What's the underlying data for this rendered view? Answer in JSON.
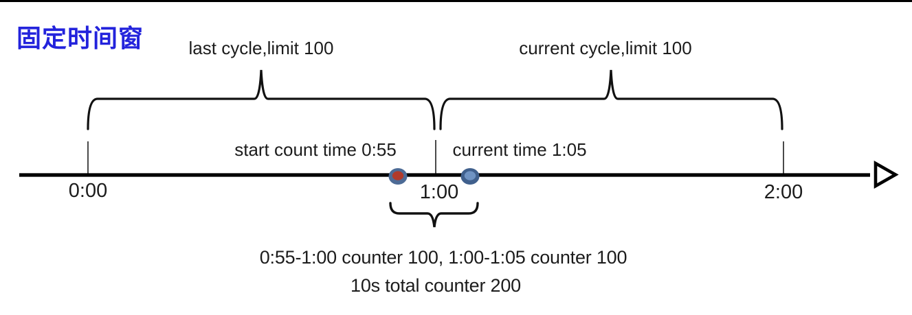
{
  "title": {
    "text": "固定时间窗",
    "color": "#2323dc"
  },
  "cycles": {
    "last_label": "last cycle,limit 100",
    "current_label": "current cycle,limit 100"
  },
  "timeline": {
    "tick_labels": [
      "0:00",
      "1:00",
      "2:00"
    ],
    "markers": {
      "start": {
        "label": "start count time 0:55",
        "ring_color": "#4d6b96",
        "fill_color": "#b13a2b"
      },
      "current": {
        "label": "current time 1:05",
        "ring_color": "#40608d",
        "fill_color": "#6f93c3"
      }
    }
  },
  "summary": {
    "line1": "0:55-1:00 counter 100, 1:00-1:05 counter 100",
    "line2": "10s total counter 200"
  }
}
